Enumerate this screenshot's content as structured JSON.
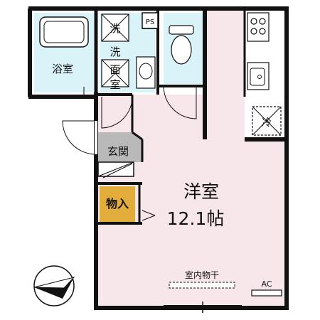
{
  "rooms": {
    "bathroom": "浴室",
    "washroom_line1": "洗",
    "washroom_line2": "面",
    "washroom_line3": "室",
    "washer_label": "洗",
    "ps": "PS",
    "entrance": "玄関",
    "storage": "物入",
    "western_room": "洋室",
    "western_room_size": "12.1帖",
    "indoor_drying": "室内物干",
    "ac": "AC",
    "fridge_label": "冷"
  },
  "colors": {
    "wall": "#111111",
    "wet_area": "#d9f3f8",
    "room_floor": "#f8e7ea",
    "entrance_floor": "#b9b9b9",
    "storage": "#e3ad3b"
  }
}
